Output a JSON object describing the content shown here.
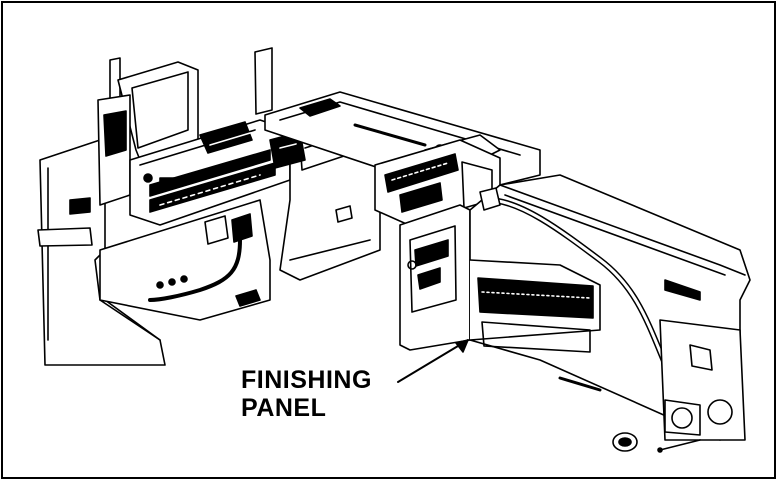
{
  "diagram": {
    "callout": {
      "line1": "FINISHING",
      "line2": "PANEL"
    },
    "colors": {
      "ink": "#000000",
      "paper": "#ffffff"
    },
    "icons": [
      "mirror-frame",
      "control-console",
      "cab-panel",
      "grab-handle",
      "fastener"
    ]
  }
}
